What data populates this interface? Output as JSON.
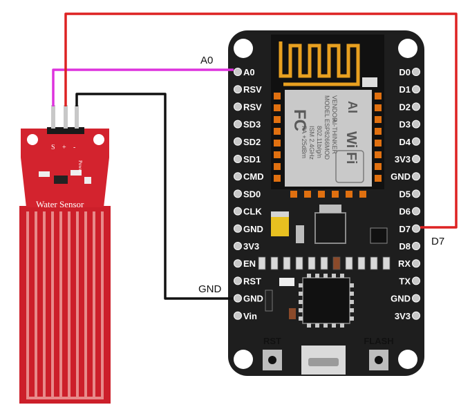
{
  "sensor": {
    "label": "Water Sensor",
    "pin_s": "S",
    "pin_plus": "+",
    "pin_minus": "-",
    "power_label": "Power"
  },
  "module": {
    "fc_mark": "FC",
    "ai_mark": "AI",
    "wifi_mark": "Wi Fi",
    "model_text": "MODEL",
    "model_value": "ESP8266MOD",
    "vendor_text": "VENDOR",
    "vendor_value": "AI-THINKER",
    "ism_text": "ISM 2.4GHz",
    "pa_text": "PA +25dBm",
    "wifi_std": "802.11b/g/n"
  },
  "board": {
    "left_pins": [
      "A0",
      "RSV",
      "RSV",
      "SD3",
      "SD2",
      "SD1",
      "CMD",
      "SD0",
      "CLK",
      "GND",
      "3V3",
      "EN",
      "RST",
      "GND",
      "Vin"
    ],
    "right_pins": [
      "D0",
      "D1",
      "D2",
      "D3",
      "D4",
      "3V3",
      "GND",
      "D5",
      "D6",
      "D7",
      "D8",
      "RX",
      "TX",
      "GND",
      "3V3"
    ],
    "button_rst": "RST",
    "button_flash": "FLASH"
  },
  "wires": [
    {
      "label": "A0",
      "color": "#dd33dd"
    },
    {
      "label": "GND",
      "color": "#111111"
    },
    {
      "label": "D7",
      "color": "#dd2222"
    }
  ],
  "colors": {
    "board": "#1e1e1e",
    "sensor": "#cc1f2a",
    "antenna": "#e8a020",
    "header": "#e07010"
  }
}
